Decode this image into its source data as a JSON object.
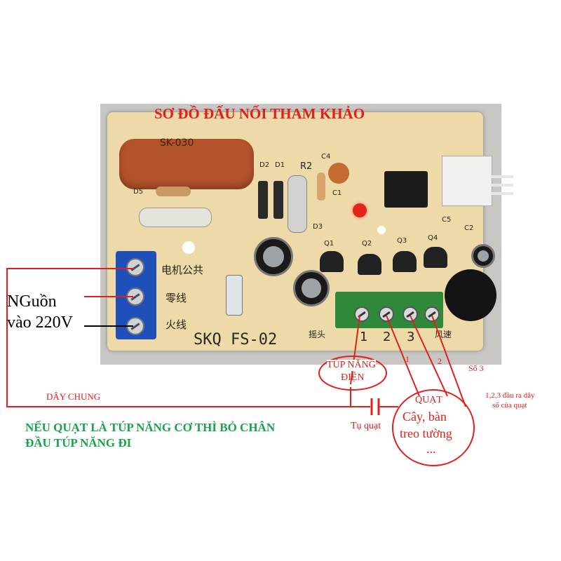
{
  "diagram": {
    "title": "SƠ ĐỒ ĐẤU NỐI THAM KHẢO",
    "board": {
      "model": "SKQ FS-02",
      "part_label": "SK-030",
      "terminal_labels": [
        "电机公共",
        "零线",
        "火线"
      ],
      "swing_label": "摇头",
      "wind_label": "风速",
      "output_numbers": [
        "1",
        "2",
        "3"
      ],
      "component_labels": [
        "D5",
        "D2",
        "D1",
        "R2",
        "C4",
        "C1",
        "D3",
        "Q1",
        "Q2",
        "Q3",
        "Q4",
        "C5",
        "C2"
      ]
    },
    "power_input": {
      "line1": "NGuồn",
      "line2": "vào 220V"
    },
    "common_wire": "DÂY CHUNG",
    "note": {
      "line1": "NẾU QUẠT LÀ TÚP NĂNG CƠ THÌ BỎ CHÂN",
      "line2": "ĐẦU TÚP NĂNG ĐI"
    },
    "tup_nang": {
      "line1": "TÚP NĂNG",
      "line2": "ĐIỆN"
    },
    "capacitor_label": "Tụ quạt",
    "fan": {
      "title": "QUẠT",
      "line1": "Cây, bàn",
      "line2": "treo tường",
      "line3": "..."
    },
    "wire_numbers": {
      "w1": "1",
      "w2": "2",
      "w3": "Số 3"
    },
    "fan_outputs_note": {
      "line1": "1,2,3 đầu ra dây",
      "line2": "số của quạt"
    },
    "colors": {
      "annotation_red": "#e0201c",
      "note_green": "#19a34a",
      "pcb": "#eed9a8"
    }
  }
}
